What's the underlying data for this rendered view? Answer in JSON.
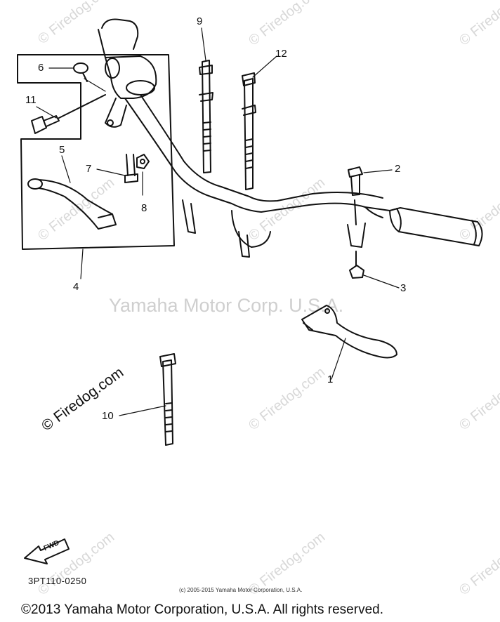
{
  "watermarks": {
    "tile_text": "© Firedog.com",
    "center_text": "Yamaha Motor Corp. U.S.A."
  },
  "callouts": [
    {
      "id": "1",
      "label": "1"
    },
    {
      "id": "2",
      "label": "2"
    },
    {
      "id": "3",
      "label": "3"
    },
    {
      "id": "4",
      "label": "4"
    },
    {
      "id": "5",
      "label": "5"
    },
    {
      "id": "6",
      "label": "6"
    },
    {
      "id": "7",
      "label": "7"
    },
    {
      "id": "8",
      "label": "8"
    },
    {
      "id": "9",
      "label": "9"
    },
    {
      "id": "10",
      "label": "10"
    },
    {
      "id": "11",
      "label": "11"
    },
    {
      "id": "12",
      "label": "12"
    }
  ],
  "direction_marker": "FWD",
  "diagram_code": "3PT110-0250",
  "small_copyright": "(c) 2005-2015 Yamaha Motor Corporation, U.S.A.",
  "footer_copyright": "©2013 Yamaha Motor Corporation, U.S.A. All rights reserved."
}
